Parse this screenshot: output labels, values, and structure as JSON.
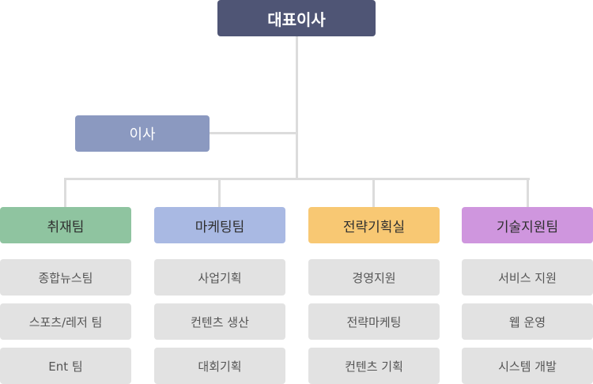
{
  "ceo": "대표이사",
  "director": "이사",
  "departments": [
    {
      "name": "취재팀",
      "color": "#8fc4a0",
      "text_color": "#2f2f2f",
      "teams": [
        "종합뉴스팀",
        "스포츠/레저 팀",
        "Ent 팀"
      ]
    },
    {
      "name": "마케팅팀",
      "color": "#a9b9e3",
      "text_color": "#2f2f2f",
      "teams": [
        "사업기획",
        "컨텐츠 생산",
        "대회기획"
      ]
    },
    {
      "name": "전략기획실",
      "color": "#f8c873",
      "text_color": "#2f2f2f",
      "teams": [
        "경영지원",
        "전략마케팅",
        "컨텐츠 기획"
      ]
    },
    {
      "name": "기술지원팀",
      "color": "#cf96de",
      "text_color": "#2f2f2f",
      "teams": [
        "서비스 지원",
        "웹 운영",
        "시스템 개발"
      ]
    }
  ]
}
